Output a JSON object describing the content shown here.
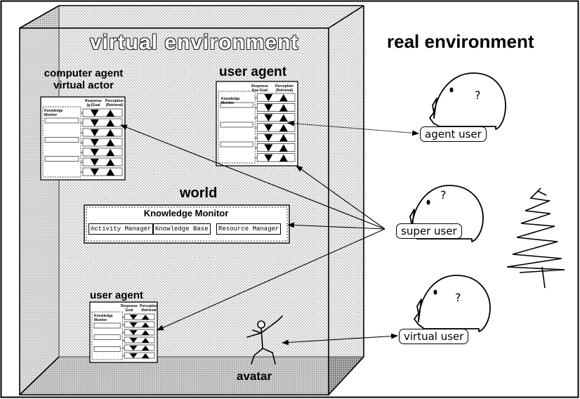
{
  "virtual_environment": {
    "title": "virtual environment",
    "computer_agent": {
      "title": "computer agent\nvirtual actor",
      "col_a": "Response\n(g-)Goal",
      "col_b": "Perception\n(Retrieval)",
      "monitor": "Knowledge\nMonitor"
    },
    "user_agent_top": {
      "title": "user agent",
      "col_a": "Response\nEnp Goal",
      "col_b": "Perception\n(Retrieval)",
      "monitor": "Knowledge\nMonitor"
    },
    "user_agent_bottom": {
      "title": "user agent",
      "col_a": "Response\nGoal",
      "col_b": "Perception\nRetrieval",
      "monitor": "Knowledge\nMonitor"
    },
    "world": {
      "title": "world",
      "knowledge_monitor": "Knowledge Monitor",
      "modules": [
        "Activity Manager",
        "Knowledge Base",
        "Resource Manager"
      ]
    },
    "avatar": "avatar"
  },
  "real_environment": {
    "title": "real environment",
    "users": [
      "agent user",
      "super user",
      "virtual user"
    ],
    "thought_mark": "?"
  },
  "colors": {
    "ink": "#000000",
    "paper": "#ffffff",
    "stipple_dark": "#8e8e8e",
    "stipple_mid": "#b8b8b8"
  }
}
